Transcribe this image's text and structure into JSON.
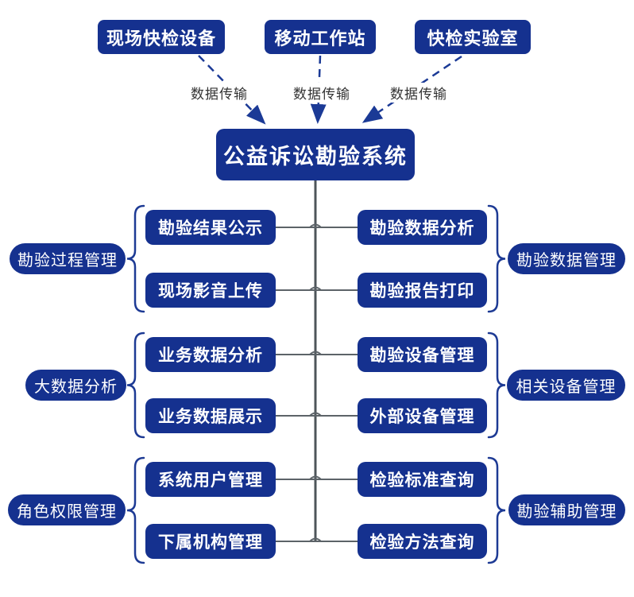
{
  "diagram": {
    "main_system": "公益诉讼勘验系统",
    "sources": [
      {
        "label": "现场快检设备"
      },
      {
        "label": "移动工作站"
      },
      {
        "label": "快检实验室"
      }
    ],
    "edge_label": "数据传输",
    "groups": [
      {
        "side": "left",
        "category": "勘验过程管理",
        "items": [
          "勘验结果公示",
          "现场影音上传"
        ]
      },
      {
        "side": "right",
        "category": "勘验数据管理",
        "items": [
          "勘验数据分析",
          "勘验报告打印"
        ]
      },
      {
        "side": "left",
        "category": "大数据分析",
        "items": [
          "业务数据分析",
          "业务数据展示"
        ]
      },
      {
        "side": "right",
        "category": "相关设备管理",
        "items": [
          "勘验设备管理",
          "外部设备管理"
        ]
      },
      {
        "side": "left",
        "category": "角色权限管理",
        "items": [
          "系统用户管理",
          "下属机构管理"
        ]
      },
      {
        "side": "right",
        "category": "勘验辅助管理",
        "items": [
          "检验标准查询",
          "检验方法查询"
        ]
      }
    ],
    "colors": {
      "node_fill": "#15318F",
      "node_text": "#FFFFFF",
      "dashed_arrow": "#1B3A96",
      "spine": "#4E555A",
      "connector": "#5C6368",
      "brace": "#1D3A94",
      "edge_label_text": "#333333"
    }
  }
}
